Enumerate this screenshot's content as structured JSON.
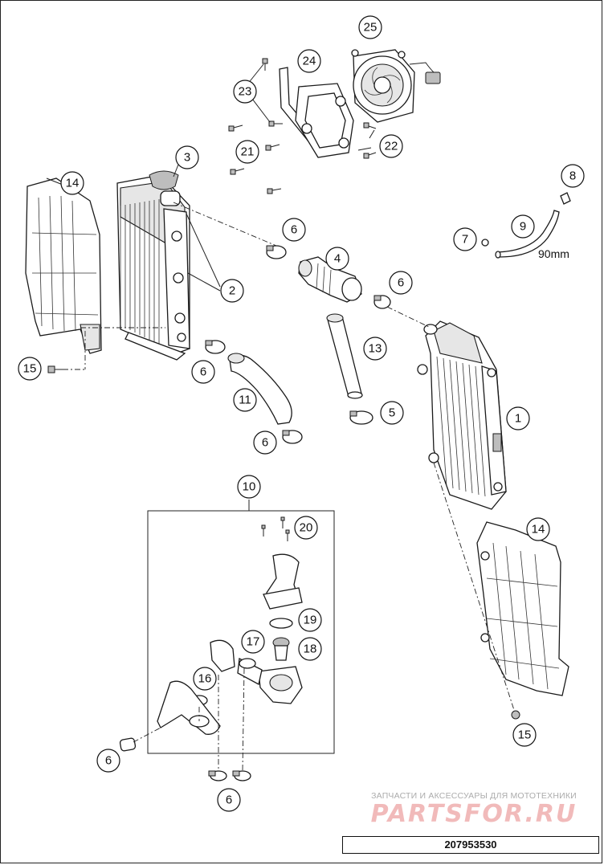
{
  "diagram": {
    "callouts": [
      {
        "id": "c25",
        "label": "25"
      },
      {
        "id": "c24",
        "label": "24"
      },
      {
        "id": "c23",
        "label": "23"
      },
      {
        "id": "c22",
        "label": "22"
      },
      {
        "id": "c21",
        "label": "21"
      },
      {
        "id": "c3",
        "label": "3"
      },
      {
        "id": "c14a",
        "label": "14"
      },
      {
        "id": "c8",
        "label": "8"
      },
      {
        "id": "c9",
        "label": "9"
      },
      {
        "id": "c7",
        "label": "7"
      },
      {
        "id": "c6a",
        "label": "6"
      },
      {
        "id": "c4",
        "label": "4"
      },
      {
        "id": "c2",
        "label": "2"
      },
      {
        "id": "c6b",
        "label": "6"
      },
      {
        "id": "c13",
        "label": "13"
      },
      {
        "id": "c15a",
        "label": "15"
      },
      {
        "id": "c6c",
        "label": "6"
      },
      {
        "id": "c11",
        "label": "11"
      },
      {
        "id": "c5",
        "label": "5"
      },
      {
        "id": "c1",
        "label": "1"
      },
      {
        "id": "c6d",
        "label": "6"
      },
      {
        "id": "c10",
        "label": "10"
      },
      {
        "id": "c20",
        "label": "20"
      },
      {
        "id": "c14b",
        "label": "14"
      },
      {
        "id": "c19",
        "label": "19"
      },
      {
        "id": "c17",
        "label": "17"
      },
      {
        "id": "c18",
        "label": "18"
      },
      {
        "id": "c16",
        "label": "16"
      },
      {
        "id": "c6e",
        "label": "6"
      },
      {
        "id": "c15b",
        "label": "15"
      },
      {
        "id": "c6f",
        "label": "6"
      }
    ],
    "hose_length_note": "90mm"
  },
  "watermark": {
    "tagline": "ЗАПЧАСТИ И АКСЕССУАРЫ ДЛЯ МОТОТЕХНИКИ",
    "logo": "PARTSFOR.RU"
  },
  "document_number": "207953530"
}
